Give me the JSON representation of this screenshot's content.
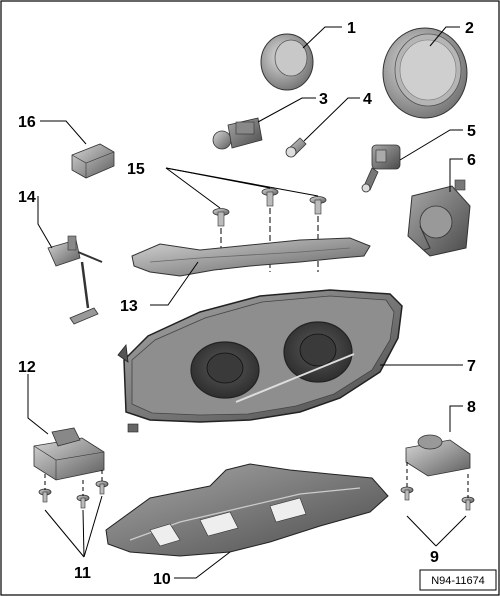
{
  "diagram": {
    "reference_code": "N94-11674",
    "callouts": [
      "1",
      "2",
      "3",
      "4",
      "5",
      "6",
      "7",
      "8",
      "9",
      "10",
      "11",
      "12",
      "13",
      "14",
      "15",
      "16"
    ]
  }
}
